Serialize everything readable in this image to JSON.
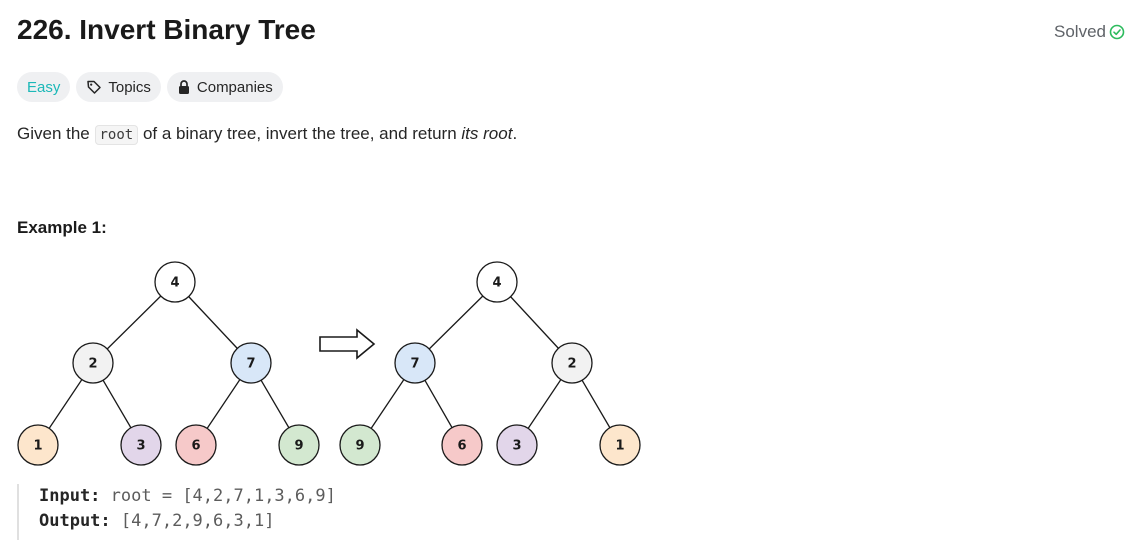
{
  "problem": {
    "title": "226. Invert Binary Tree",
    "status": "Solved"
  },
  "tags": {
    "difficulty": "Easy",
    "topics": "Topics",
    "companies": "Companies"
  },
  "description": {
    "part1": "Given the ",
    "code": "root",
    "part2": " of a binary tree, invert the tree, and return ",
    "emph": "its root",
    "part3": "."
  },
  "example": {
    "title": "Example 1:",
    "input_label": "Input:",
    "input_value": "root = [4,2,7,1,3,6,9]",
    "output_label": "Output:",
    "output_value": "[4,7,2,9,6,3,1]"
  },
  "diagram": {
    "input_tree": [
      "4",
      "2",
      "7",
      "1",
      "3",
      "6",
      "9"
    ],
    "output_tree": [
      "4",
      "7",
      "2",
      "9",
      "6",
      "3",
      "1"
    ]
  },
  "colors": {
    "accent_easy": "#1cb8b8",
    "solved_check": "#2cbb5d",
    "node_1": "#fde6cc",
    "node_2": "#f2f2f2",
    "node_3": "#e2d6ea",
    "node_4": "#ffffff",
    "node_6": "#f6c9c9",
    "node_7": "#d8e7f8",
    "node_9": "#d3e8d0"
  }
}
